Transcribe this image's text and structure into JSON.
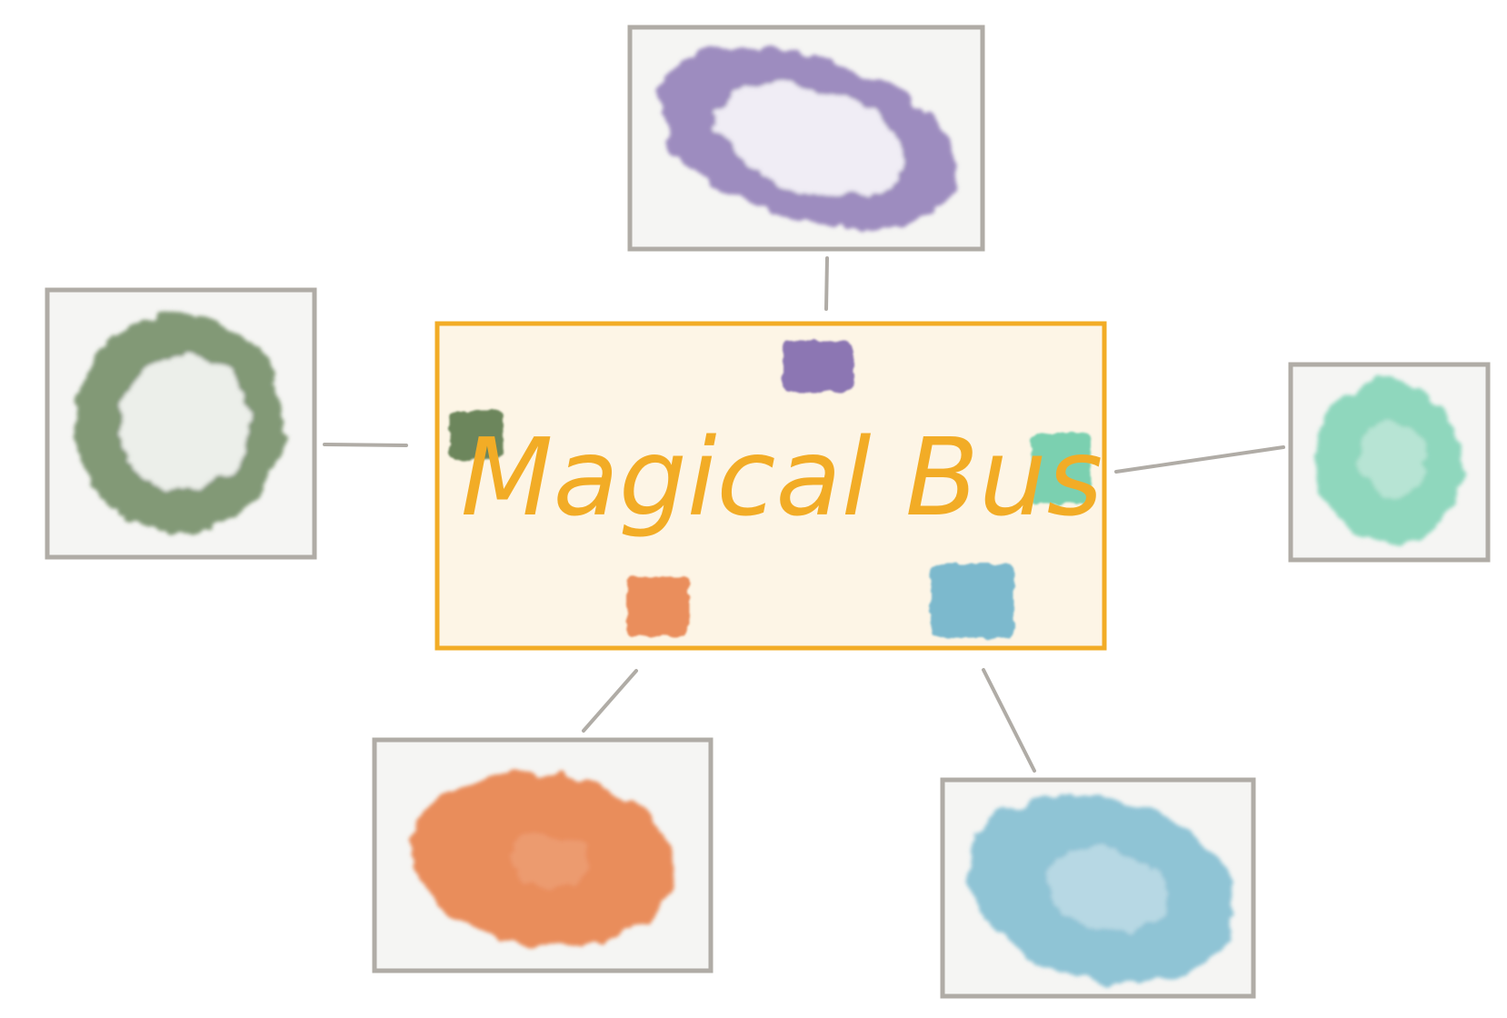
{
  "title": "Magical Bus",
  "colors": {
    "bus_border": "#f2ac26",
    "bus_fill": "#fdf5e6",
    "title_text": "#f2ac26",
    "frame_border": "#b0aca6",
    "frame_fill": "#f5f5f3",
    "connector": "#b0aca6",
    "purple": "#8068ad",
    "green": "#5c7a4c",
    "teal": "#6dccab",
    "orange": "#e8834e",
    "blue": "#6eb3cb"
  },
  "nodes": [
    {
      "id": "purple",
      "color": "purple",
      "style": "ring"
    },
    {
      "id": "green",
      "color": "green",
      "style": "ring"
    },
    {
      "id": "teal",
      "color": "teal",
      "style": "soft"
    },
    {
      "id": "orange",
      "color": "orange",
      "style": "solid"
    },
    {
      "id": "blue",
      "color": "blue",
      "style": "soft"
    }
  ]
}
